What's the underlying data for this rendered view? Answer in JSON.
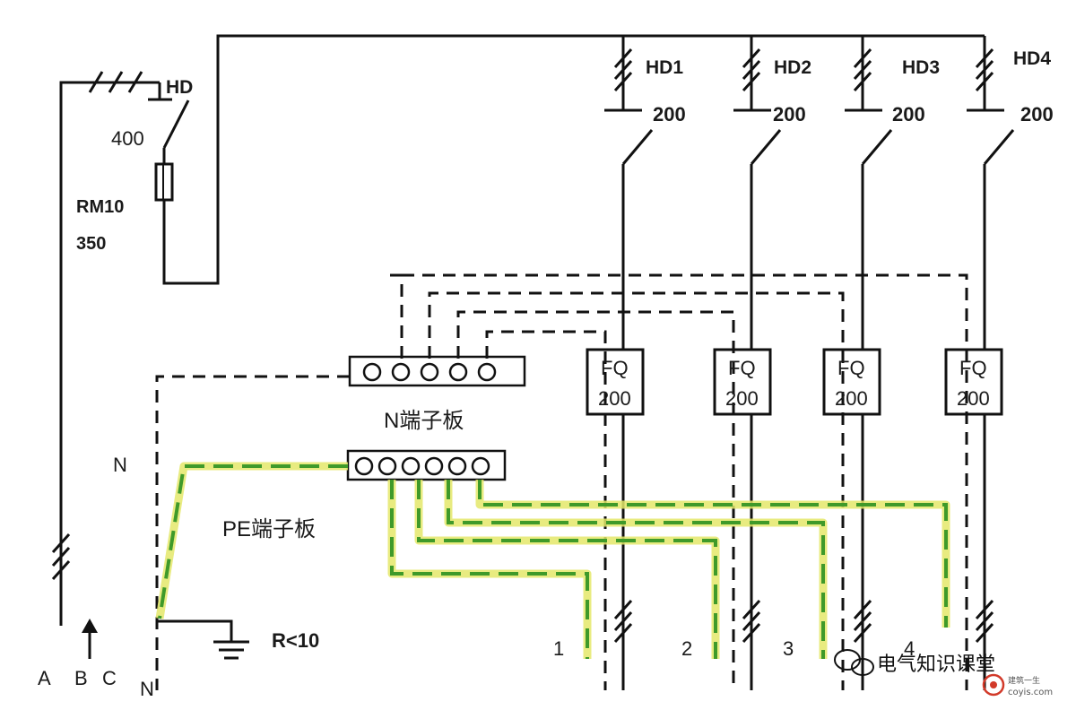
{
  "supply": {
    "phases": [
      "A",
      "B",
      "C"
    ],
    "neutral_top": "N",
    "neutral_bottom": "N"
  },
  "main_switch": {
    "name": "HD",
    "rating": "400"
  },
  "main_fuse": {
    "type": "RM10",
    "rating": "350"
  },
  "branch_switches": [
    {
      "name": "HD1",
      "rating": "200"
    },
    {
      "name": "HD2",
      "rating": "200"
    },
    {
      "name": "HD3",
      "rating": "200"
    },
    {
      "name": "HD4",
      "rating": "200"
    }
  ],
  "fuses": [
    {
      "name": "FQ",
      "rating": "200"
    },
    {
      "name": "FQ",
      "rating": "200"
    },
    {
      "name": "FQ",
      "rating": "200"
    },
    {
      "name": "FQ",
      "rating": "200"
    }
  ],
  "terminals": {
    "n_block": "N端子板",
    "pe_block": "PE端子板"
  },
  "ground": {
    "label": "R<10"
  },
  "outputs": [
    "1",
    "2",
    "3",
    "4"
  ],
  "watermark": {
    "text": "电气知识课堂",
    "sub": "建筑一生",
    "site": "coyis.com"
  },
  "colors": {
    "line": "#111111",
    "pe_yellow": "#e4e86a",
    "pe_green": "#3f9a2a",
    "wm_red": "#d23a2a"
  }
}
